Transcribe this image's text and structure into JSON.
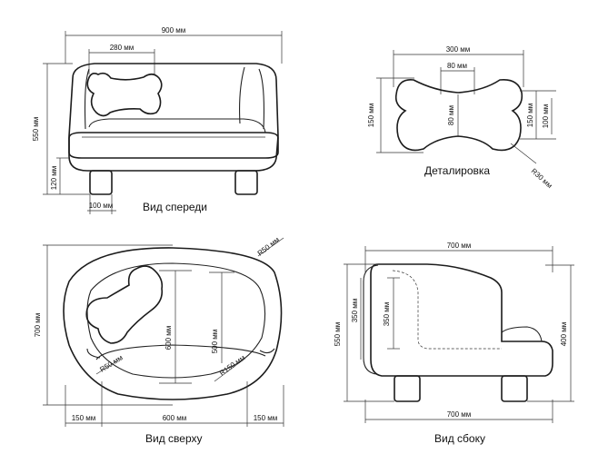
{
  "labels": {
    "front_view": "Вид спереди",
    "top_view": "Вид сверху",
    "side_view": "Вид сбоку",
    "detail": "Деталировка"
  },
  "dimensions": {
    "front_width": "900 мм",
    "front_pillow": "280 мм",
    "front_height": "550 мм",
    "front_leg_h": "120 мм",
    "front_leg_w": "100 мм",
    "detail_width": "300 мм",
    "detail_neck": "80 мм",
    "detail_neck_h": "80 мм",
    "detail_height": "150 мм",
    "detail_end_h": "150 мм",
    "detail_end_inner": "100 мм",
    "detail_radius": "R30 мм",
    "top_radius_outer": "R50 мм",
    "top_depth": "700 мм",
    "top_inner_600": "600 мм",
    "top_inner_500": "500 мм",
    "top_r50": "R50 мм",
    "top_r150": "R150 мм",
    "top_left_150": "150 мм",
    "top_mid_600": "600 мм",
    "top_right_150": "150 мм",
    "side_top_700": "700 мм",
    "side_height": "550 мм",
    "side_350a": "350 мм",
    "side_350b": "350 мм",
    "side_400": "400 мм",
    "side_bottom_700": "700 мм"
  }
}
